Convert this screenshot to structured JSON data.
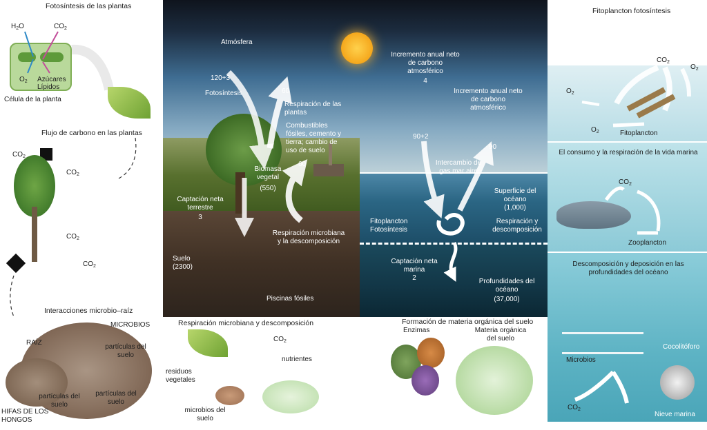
{
  "colors": {
    "sky_top": "#0f141d",
    "sea": "#2b6684",
    "deep_ocean": "#123646",
    "soil": "#3f3024",
    "panel_water": "#8ccad7",
    "leaf": "#8dbd4a",
    "sun": "#f5a71c"
  },
  "left": {
    "photo_title": "Fotosíntesis de las plantas",
    "h2o": "H2O",
    "co2": "CO2",
    "o2": "O2",
    "sugars": "Azúcares",
    "lipids": "Lípidos",
    "cell": "Célula de la planta",
    "flux_title": "Flujo de carbono en las plantas",
    "co2_a": "CO2",
    "co2_b": "CO2",
    "co2_c": "CO2",
    "co2_d": "CO2",
    "root_title": "Interacciones microbio–raíz",
    "microbes": "MICROBIOS",
    "soil_particles_1": "partículas del suelo",
    "root": "RAÍZ",
    "soil_particles_2": "partículas del suelo",
    "soil_particles_3": "partículas del suelo",
    "hyphae": "HIFAS DE LOS HONGOS"
  },
  "center": {
    "atmosphere": "Atmósfera",
    "photo_value": "120+3",
    "photosynthesis": "Fotosíntesis",
    "plant_resp_value": "60",
    "plant_resp": "Respiración de las plantas",
    "fossil": "Combustibles fósiles, cemento y tierra; cambio de uso de suelo",
    "annual_1": "Incremento anual neto de carbono atmosférico",
    "annual_1_value": "4",
    "annual_2": "Incremento anual neto de carbono atmosférico",
    "ocean_in": "90+2",
    "ocean_out": "90",
    "exchange": "Intercambio de gas mar aire",
    "surface": "Superficie del océano",
    "surface_value": "(1,000)",
    "biomass": "Biomasa vegetal",
    "biomass_value": "(550)",
    "micro_value": "60",
    "net_land": "Captación neta terrestre",
    "net_land_value": "3",
    "micro_resp": "Respiración microbiana y la descomposición",
    "phyto": "Fitoplancton Fotosíntesis",
    "resp_decomp": "Respiración y descomposición",
    "soil": "Suelo",
    "soil_value": "(2300)",
    "net_marine": "Captación neta marina",
    "net_marine_value": "2",
    "deep": "Profundidades del océano",
    "deep_value": "(37,000)",
    "fossil_pools": "Piscinas fósiles"
  },
  "bottom": {
    "resp_title": "Respiración microbiana y descomposición",
    "co2": "CO2",
    "nutrients": "nutrientes",
    "residues": "residuos vegetales",
    "microbes": "microbios del suelo",
    "om_title": "Formación de materia orgánica del suelo",
    "enzymes": "Enzimas",
    "om": "Materia orgánica del suelo"
  },
  "right": {
    "fito_title": "Fitoplancton fotosíntesis",
    "co2": "CO2",
    "o2_a": "O2",
    "o2_b": "O2",
    "o2_c": "O2",
    "fito": "Fitoplancton",
    "cons_title": "El consumo y la respiración de la vida marina",
    "co2_b": "CO2",
    "zoo": "Zooplancton",
    "desc_title": "Descomposición y deposición en las profundidades del océano",
    "microbes": "Microbios",
    "cocco": "Cocolitóforo",
    "co2_c": "CO2",
    "snow": "Nieve marina"
  }
}
